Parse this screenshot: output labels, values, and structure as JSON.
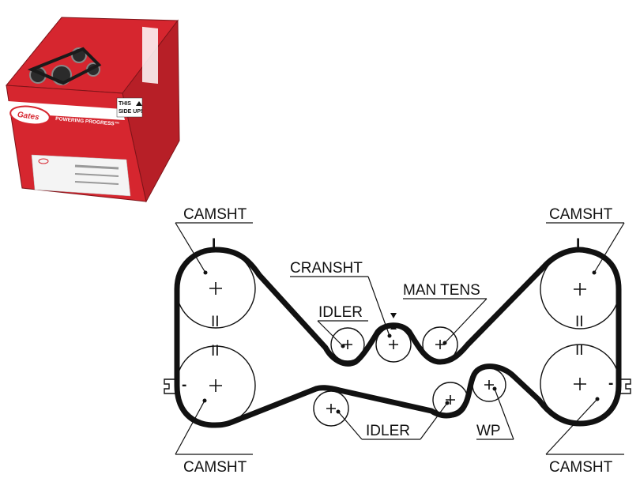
{
  "product_box": {
    "brand": "Gates",
    "tagline": "POWERING PROGRESS™",
    "orientation_label": [
      "THIS",
      "SIDE UP!"
    ],
    "colors": {
      "red": "#d6262f",
      "dark_red": "#9c1a20",
      "white": "#ffffff"
    }
  },
  "diagram": {
    "labels": {
      "camsht_top_left": "CAMSHT",
      "camsht_top_right": "CAMSHT",
      "camsht_bottom_left": "CAMSHT",
      "camsht_bottom_right": "CAMSHT",
      "cranksht": "CRANSHT",
      "idler_top": "IDLER",
      "man_tens": "MAN TENS",
      "idler_bottom": "IDLER",
      "wp": "WP"
    },
    "timing_marks": {
      "single": "I",
      "double": "II",
      "minus": "-"
    },
    "belt_color": "#111111"
  }
}
